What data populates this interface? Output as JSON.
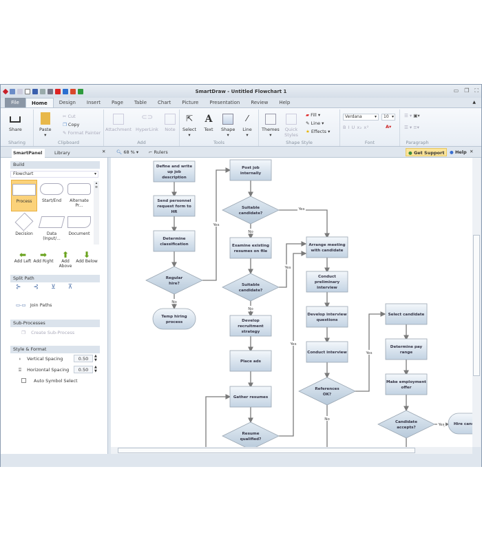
{
  "window": {
    "title": "SmartDraw - Untitled Flowchart 1"
  },
  "menu": {
    "tabs": [
      "File",
      "Home",
      "Design",
      "Insert",
      "Page",
      "Table",
      "Chart",
      "Picture",
      "Presentation",
      "Review",
      "Help"
    ],
    "active": "Home"
  },
  "ribbon": {
    "sharing": {
      "label": "Sharing",
      "share": "Share"
    },
    "clipboard": {
      "label": "Clipboard",
      "paste": "Paste",
      "cut": "Cut",
      "copy": "Copy",
      "format_painter": "Format Painter"
    },
    "add": {
      "label": "Add",
      "attachment": "Attachment",
      "hyperlink": "HyperLink",
      "note": "Note"
    },
    "tools": {
      "label": "Tools",
      "select": "Select",
      "text": "Text",
      "shape": "Shape",
      "line": "Line"
    },
    "shape_style": {
      "label": "Shape Style",
      "themes": "Themes",
      "quick_styles": "Quick Styles",
      "fill": "Fill",
      "line": "Line",
      "effects": "Effects"
    },
    "font": {
      "label": "Font",
      "family": "Verdana",
      "size": "10"
    },
    "paragraph": {
      "label": "Paragraph"
    }
  },
  "toolbar": {
    "zoom": "68 %",
    "rulers": "Rulers",
    "get_support": "Get Support",
    "help": "Help"
  },
  "panel": {
    "tabs": [
      "SmartPanel",
      "Library"
    ],
    "build": {
      "header": "Build",
      "dropdown": "Flowchart",
      "shapes": [
        "Process",
        "Start/End",
        "Alternate Pr...",
        "Decision",
        "Data (Input/...",
        "Document"
      ],
      "add_buttons": [
        "Add Left",
        "Add Right",
        "Add Above",
        "Add Below"
      ]
    },
    "split_path": {
      "header": "Split Path",
      "join": "Join Paths"
    },
    "sub_processes": {
      "header": "Sub-Processes",
      "create": "Create Sub-Process"
    },
    "style_format": {
      "header": "Style & Format",
      "vertical_label": "Vertical Spacing",
      "vertical_value": "0.50",
      "horizontal_label": "Horizontal Spacing",
      "horizontal_value": "0.50",
      "auto_symbol": "Auto Symbol Select",
      "auto_symbol_checked": false
    }
  },
  "flowchart": {
    "nodes": {
      "define": "Define and write up job description",
      "send": "Send personnel request form to HR",
      "classify": "Determine classification",
      "regular": "Regular hire?",
      "temp": "Temp hiring process",
      "post": "Post job internally",
      "suit1": "Suitable candidate?",
      "examine": "Examine existing resumes on file",
      "suit2": "Suitable candidate?",
      "strategy": "Develop recruitment strategy",
      "ads": "Place ads",
      "gather": "Gather resumes",
      "qualified": "Resume qualified?",
      "arrange": "Arrange meeting with candidate",
      "prelim": "Conduct preliminary interview",
      "questions": "Develop interview questions",
      "interview": "Conduct interview",
      "refs": "References OK?",
      "select": "Select candidate",
      "pay": "Determine pay range",
      "offer": "Make employment offer",
      "accepts": "Candidate accepts?",
      "hire": "Hire candidate"
    },
    "yes": "Yes",
    "no": "No"
  }
}
